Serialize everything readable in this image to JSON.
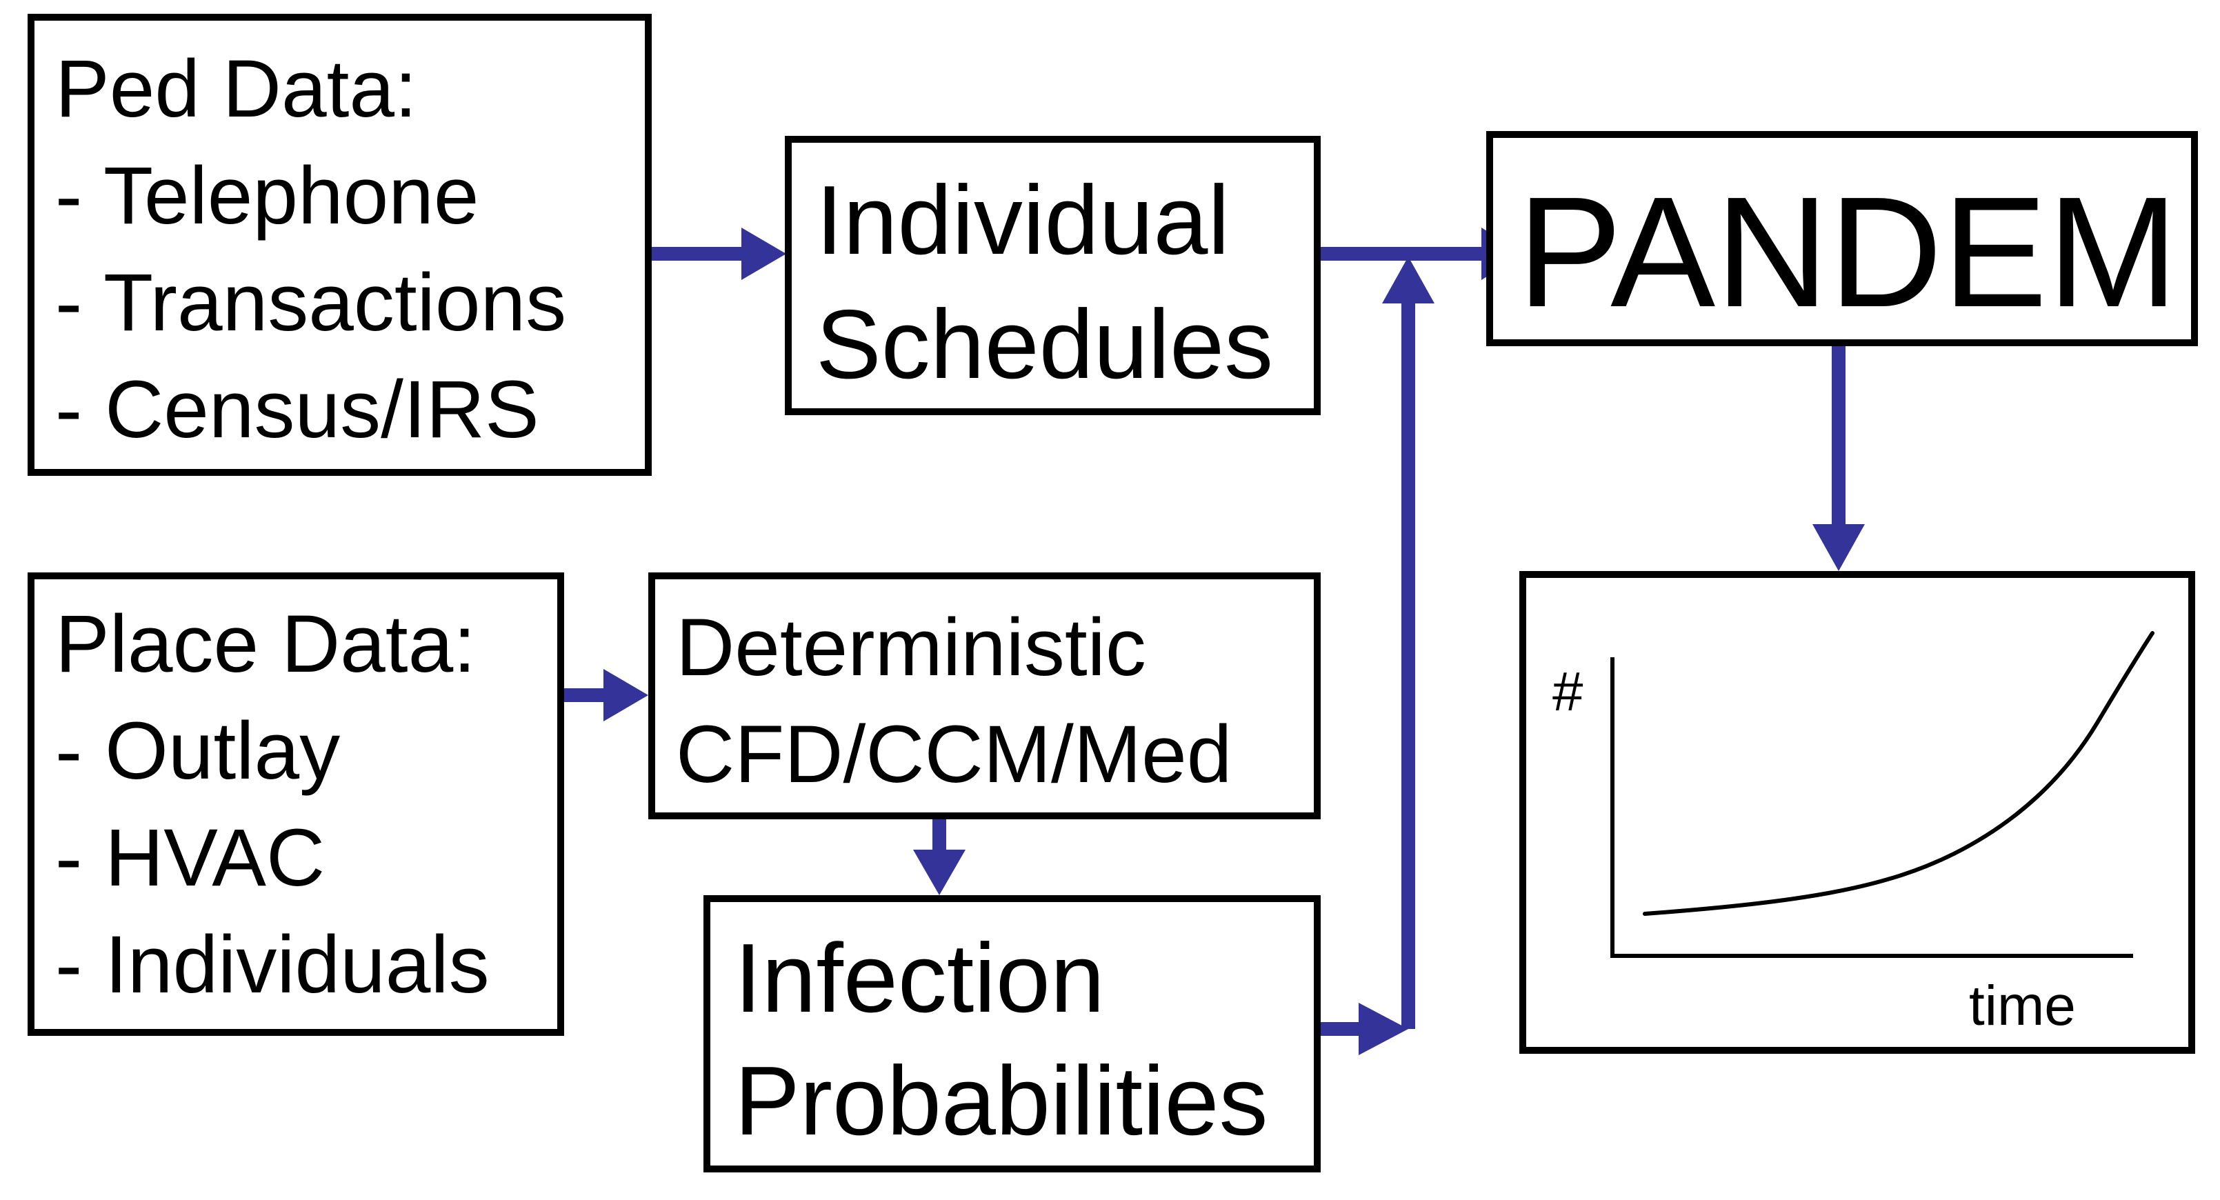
{
  "ped_data": {
    "title": "Ped Data:",
    "items": [
      "- Telephone",
      "- Transactions",
      "- Census/IRS"
    ]
  },
  "place_data": {
    "title": "Place Data:",
    "items": [
      "- Outlay",
      "- HVAC",
      "- Individuals"
    ]
  },
  "individual_schedules": {
    "lines": [
      "Individual",
      "Schedules"
    ]
  },
  "deterministic": {
    "lines": [
      "Deterministic",
      "CFD/CCM/Med"
    ]
  },
  "infection_probabilities": {
    "lines": [
      "Infection",
      "Probabilities"
    ]
  },
  "pandem": {
    "label": "PANDEM"
  },
  "output_chart": {
    "y_symbol": "#",
    "x_label": "time"
  },
  "colors": {
    "arrow": "#33339a",
    "border": "#000000",
    "background": "#ffffff"
  }
}
